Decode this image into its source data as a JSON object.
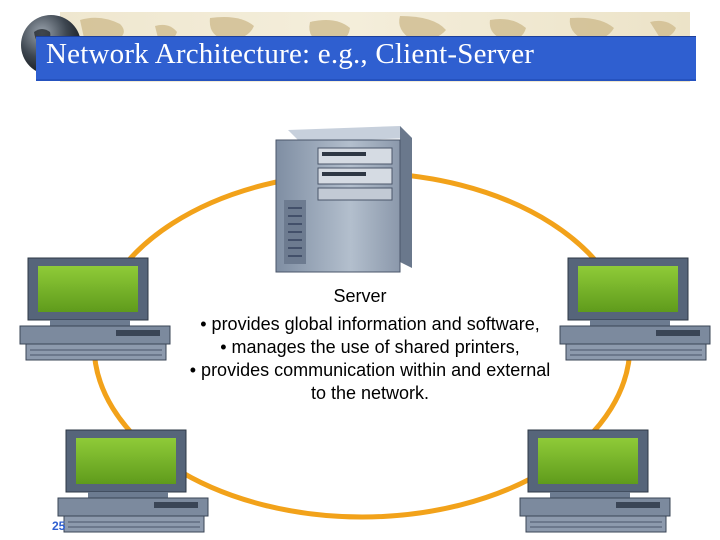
{
  "slide": {
    "title": "Network Architecture: e.g., Client-Server",
    "page_number": "25"
  },
  "diagram": {
    "server_label": "Server",
    "description": [
      "• provides global information and software,",
      "• manages the use of shared printers,",
      "• provides communication within and external",
      "to the network."
    ],
    "nodes": [
      "server-tower",
      "client-computer-top-left",
      "client-computer-top-right",
      "client-computer-bottom-left",
      "client-computer-bottom-right"
    ],
    "connection": "ring"
  },
  "colors": {
    "title_bar": "#2f5fd0",
    "ring": "#f2a21a",
    "screen": "#78b82a",
    "computer_body": "#5d6b7e",
    "server_body": "#9aa7b8"
  },
  "icons": [
    "globe-icon",
    "world-map-decoration"
  ]
}
